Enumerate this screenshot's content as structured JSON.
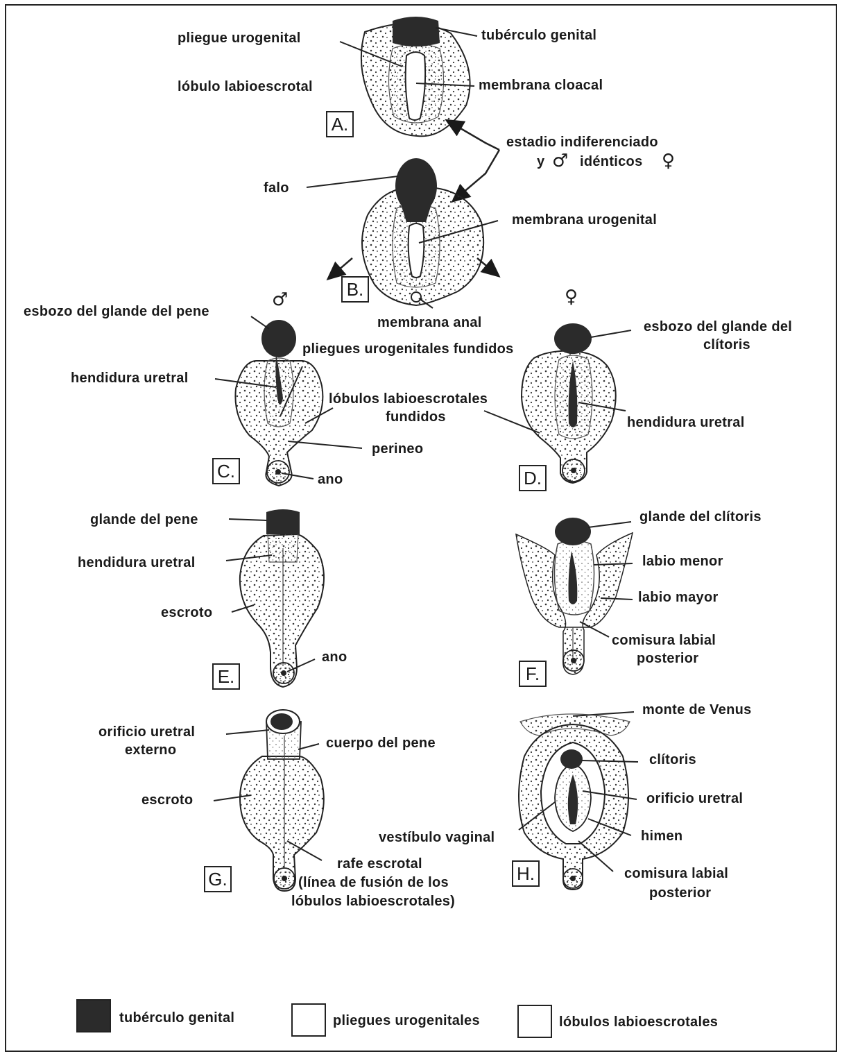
{
  "panels": {
    "A": "A.",
    "B": "B.",
    "C": "C.",
    "D": "D.",
    "E": "E.",
    "F": "F.",
    "G": "G.",
    "H": "H."
  },
  "symbols": {
    "male": "♂",
    "female": "♀"
  },
  "labels": {
    "pliegue_urogenital": "pliegue urogenital",
    "tuberculo_genital": "tubérculo genital",
    "lobulo_labioescrotal": "lóbulo labioescrotal",
    "membrana_cloacal": "membrana cloacal",
    "estadio_indif_1": "estadio indiferenciado",
    "estadio_indif_2_y": "y",
    "estadio_indif_2_identicos": "idénticos",
    "falo": "falo",
    "membrana_urogenital": "membrana urogenital",
    "membrana_anal": "membrana anal",
    "esbozo_glande_pene": "esbozo del glande del pene",
    "pliegues_fundidos": "pliegues urogenitales fundidos",
    "hendidura_uretral_c": "hendidura uretral",
    "lobulos_fundidos_1": "lóbulos labioescrotales",
    "lobulos_fundidos_2": "fundidos",
    "perineo": "perineo",
    "ano_c": "ano",
    "esbozo_glande_clitoris_1": "esbozo del glande del",
    "esbozo_glande_clitoris_2": "clítoris",
    "hendidura_uretral_d": "hendidura uretral",
    "glande_pene": "glande del pene",
    "hendidura_uretral_e": "hendidura uretral",
    "escroto_e": "escroto",
    "ano_e": "ano",
    "glande_clitoris": "glande del clítoris",
    "labio_menor": "labio menor",
    "labio_mayor": "labio mayor",
    "comisura_f_1": "comisura labial",
    "comisura_f_2": "posterior",
    "orificio_ext_1": "orificio uretral",
    "orificio_ext_2": "externo",
    "cuerpo_pene": "cuerpo del pene",
    "escroto_g": "escroto",
    "rafe_1": "rafe escrotal",
    "rafe_2": "(línea de fusión de los",
    "rafe_3": "lóbulos labioescrotales)",
    "monte_venus": "monte de Venus",
    "clitoris": "clítoris",
    "orificio_uretral": "orificio uretral",
    "vestibulo": "vestíbulo vaginal",
    "himen": "himen",
    "comisura_h_1": "comisura labial",
    "comisura_h_2": "posterior"
  },
  "legend": {
    "tuberculo": "tubérculo genital",
    "pliegues": "pliegues urogenitales",
    "lobulos": "lóbulos labioescrotales"
  },
  "colors": {
    "ink": "#1a1a1a",
    "tubercle": "#2b2b2b",
    "stipple": "#333333"
  }
}
